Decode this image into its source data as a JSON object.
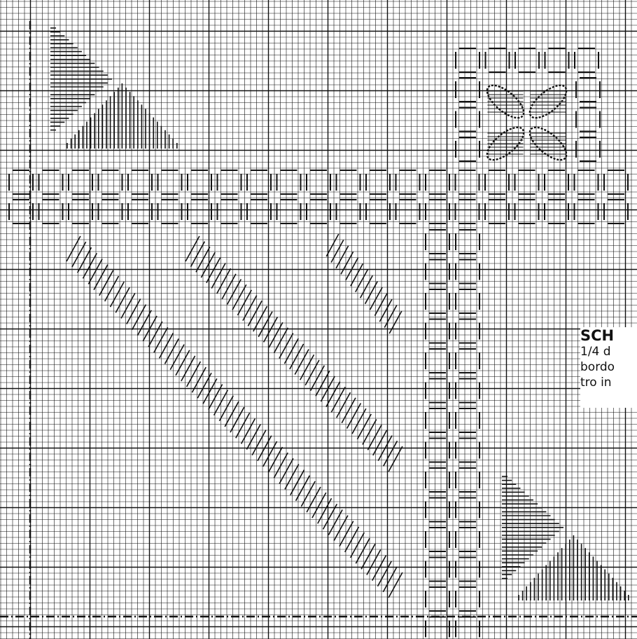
{
  "caption": {
    "title": "SCH",
    "lines": [
      "1/4 d",
      "bordo",
      "tro in"
    ]
  }
}
